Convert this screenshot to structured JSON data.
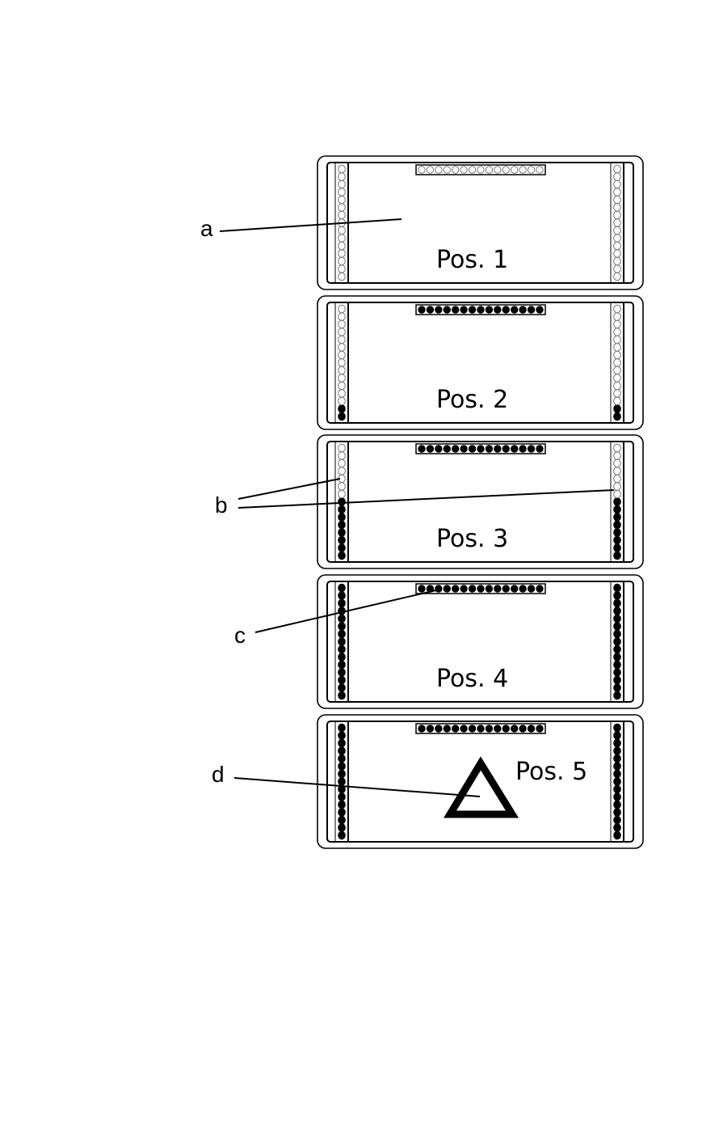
{
  "panels": [
    {
      "label": "Pos. 1",
      "left_filled": 0,
      "right_filled": 0,
      "top_filled": 0,
      "warning_triangle": false
    },
    {
      "label": "Pos. 2",
      "left_filled": 2,
      "right_filled": 2,
      "top_filled": 15,
      "warning_triangle": false
    },
    {
      "label": "Pos. 3",
      "left_filled": 8,
      "right_filled": 8,
      "top_filled": 15,
      "warning_triangle": false
    },
    {
      "label": "Pos. 4",
      "left_filled": 15,
      "right_filled": 15,
      "top_filled": 15,
      "warning_triangle": false
    },
    {
      "label": "Pos. 5",
      "left_filled": 15,
      "right_filled": 15,
      "top_filled": 15,
      "warning_triangle": true
    }
  ],
  "leds_per_side_bar": 15,
  "leds_per_top_bar": 15,
  "callouts": [
    {
      "id": "a",
      "text": "a"
    },
    {
      "id": "b",
      "text": "b"
    },
    {
      "id": "c",
      "text": "c"
    },
    {
      "id": "d",
      "text": "d"
    }
  ]
}
